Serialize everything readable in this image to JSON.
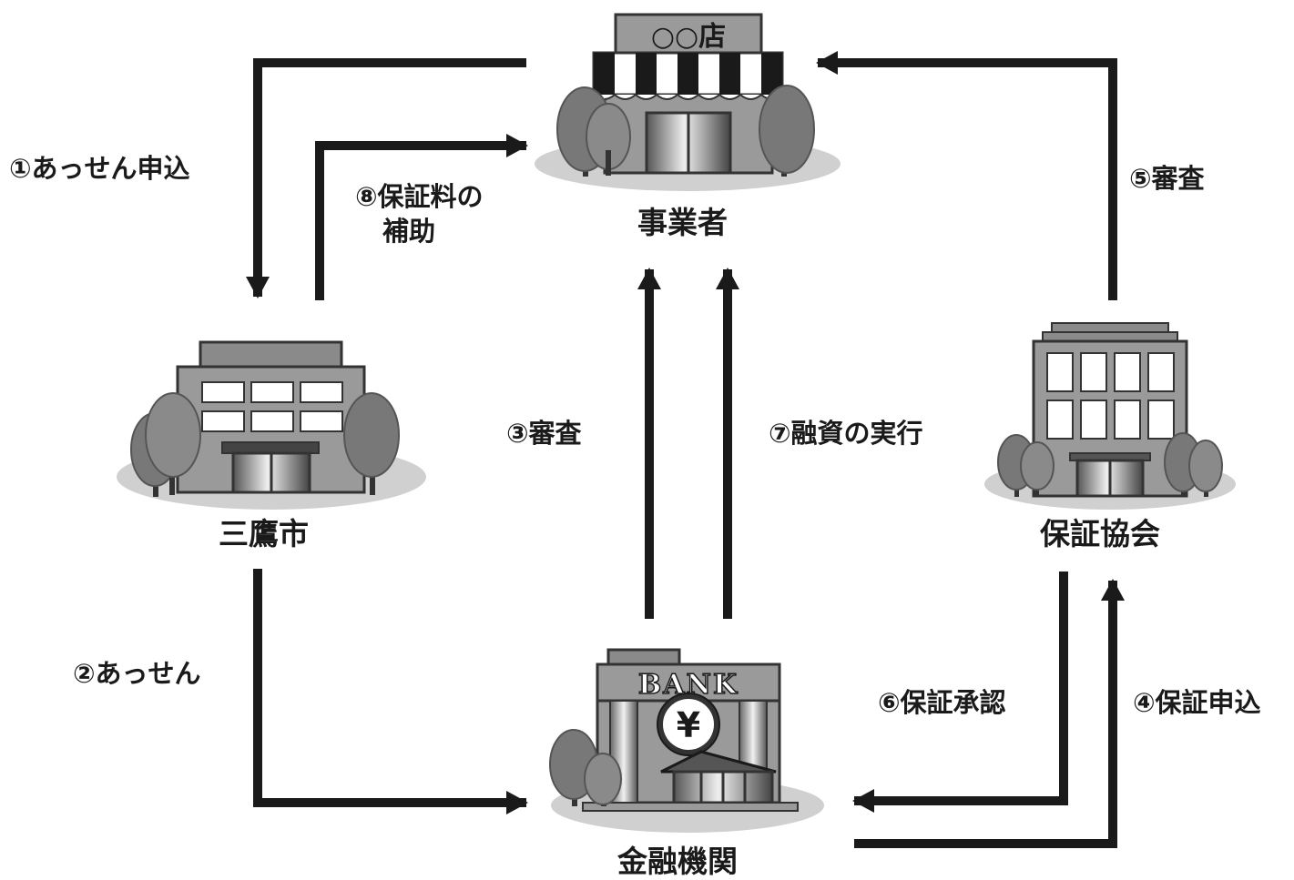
{
  "nodes": {
    "business": {
      "label": "事業者",
      "sign": "○○店"
    },
    "city": {
      "label": "三鷹市"
    },
    "association": {
      "label": "保証協会"
    },
    "bank": {
      "label": "金融機関",
      "sign": "BANK",
      "symbol": "¥"
    }
  },
  "steps": {
    "s1": "①あっせん申込",
    "s2": "②あっせん",
    "s3": "③審査",
    "s4": "④保証申込",
    "s5": "⑤審査",
    "s6": "⑥保証承認",
    "s7": "⑦融資の実行",
    "s8_line1": "⑧保証料の",
    "s8_line2": "補助"
  },
  "colors": {
    "arrow": "#1a1a1a",
    "ground": "#d0d0d0",
    "building": "#9a9a9a",
    "tree": "#787878"
  }
}
